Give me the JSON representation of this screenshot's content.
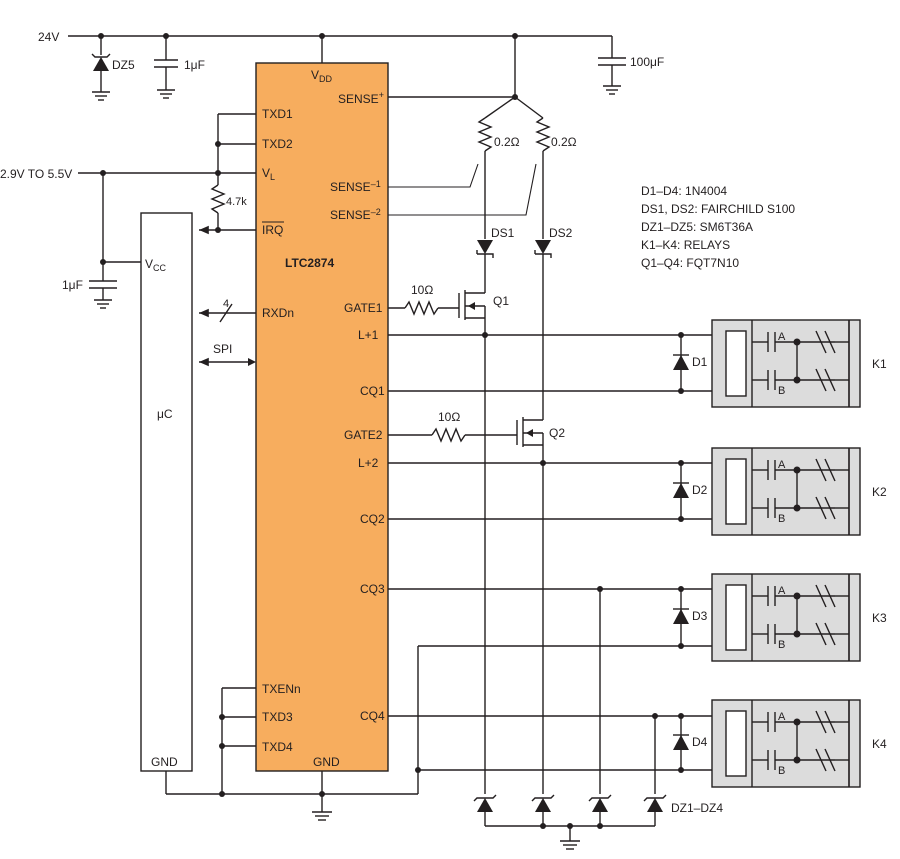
{
  "supply": {
    "voltage": "24V",
    "vl_range": "2.9V TO 5.5V"
  },
  "ic": {
    "name": "LTC2874",
    "pins_left": [
      "TXD1",
      "TXD2",
      "V",
      "IRQ",
      "RXDn",
      "TXENn",
      "TXD3",
      "TXD4"
    ],
    "vl_sub": "L",
    "pins_right": [
      "SENSE",
      "SENSE",
      "SENSE",
      "GATE1",
      "L+1",
      "CQ1",
      "GATE2",
      "L+2",
      "CQ2",
      "CQ3",
      "CQ4"
    ],
    "sense_plus_sup": "+",
    "sense_minus_1": "–1",
    "sense_minus_2": "–2",
    "vdd": "V",
    "vdd_sub": "DD",
    "gnd": "GND"
  },
  "uc": {
    "name": "μC",
    "vcc": "V",
    "vcc_sub": "CC",
    "gnd": "GND"
  },
  "bus": {
    "spi": "SPI",
    "rxd_width": "4"
  },
  "components": {
    "dz5": "DZ5",
    "c_1uf_top": "1μF",
    "c_100uf": "100μF",
    "c_1uf_left": "1μF",
    "r_pullup": "4.7k",
    "r_sense1": "0.2Ω",
    "r_sense2": "0.2Ω",
    "ds1": "DS1",
    "ds2": "DS2",
    "r_gate1": "10Ω",
    "r_gate2": "10Ω",
    "q1": "Q1",
    "q2": "Q2",
    "d1": "D1",
    "d2": "D2",
    "d3": "D3",
    "d4": "D4",
    "dz_group": "DZ1–DZ4"
  },
  "relays": [
    {
      "name": "K1",
      "contact_a": "A",
      "contact_b": "B"
    },
    {
      "name": "K2",
      "contact_a": "A",
      "contact_b": "B"
    },
    {
      "name": "K3",
      "contact_a": "A",
      "contact_b": "B"
    },
    {
      "name": "K4",
      "contact_a": "A",
      "contact_b": "B"
    }
  ],
  "notes": [
    "D1–D4: 1N4004",
    "DS1, DS2: FAIRCHILD S100",
    "DZ1–DZ5: SM6T36A",
    "K1–K4: RELAYS",
    "Q1–Q4: FQT7N10"
  ],
  "colors": {
    "ic_fill": "#f7ad5e",
    "relay_fill": "#dcdcdc",
    "wire": "#231f20"
  }
}
